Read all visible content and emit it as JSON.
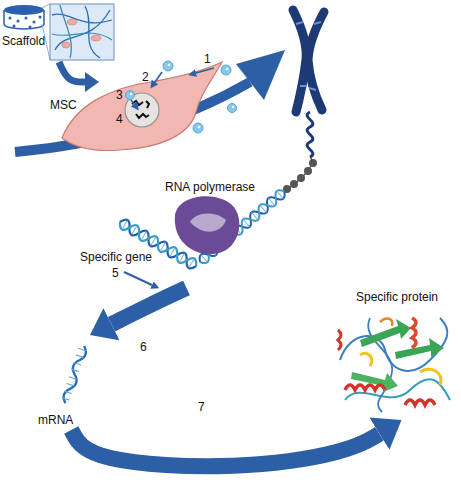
{
  "diagram": {
    "nodes": [
      {
        "text": [
          "Scaffold"
        ]
      },
      {
        "text": [
          "MSC"
        ]
      },
      {
        "text": [
          "RNA polymerase"
        ]
      },
      {
        "text": [
          "Specific gene"
        ]
      },
      {
        "text": [
          "mRNA"
        ]
      },
      {
        "text": [
          "Specific protein"
        ]
      }
    ],
    "edges": [
      {
        "from": 0,
        "to": 1,
        "arrow": "to"
      },
      {
        "from": 3,
        "to": 4,
        "arrow": "to",
        "label": "6"
      },
      {
        "from": 4,
        "to": 5,
        "arrow": "to",
        "label": "7"
      }
    ],
    "labels": [
      "1",
      "2",
      "3",
      "4",
      "5"
    ]
  }
}
